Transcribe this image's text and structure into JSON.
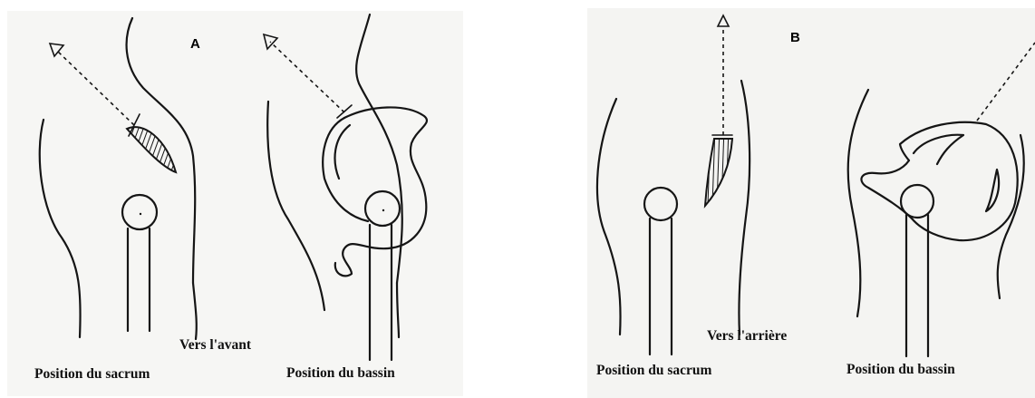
{
  "panels": [
    {
      "letter": "A",
      "direction_label": "Vers l'avant",
      "left_caption": "Position du sacrum",
      "right_caption": "Position du bassin"
    },
    {
      "letter": "B",
      "direction_label": "Vers l'arrière",
      "left_caption": "Position du sacrum",
      "right_caption": "Position du bassin"
    }
  ]
}
